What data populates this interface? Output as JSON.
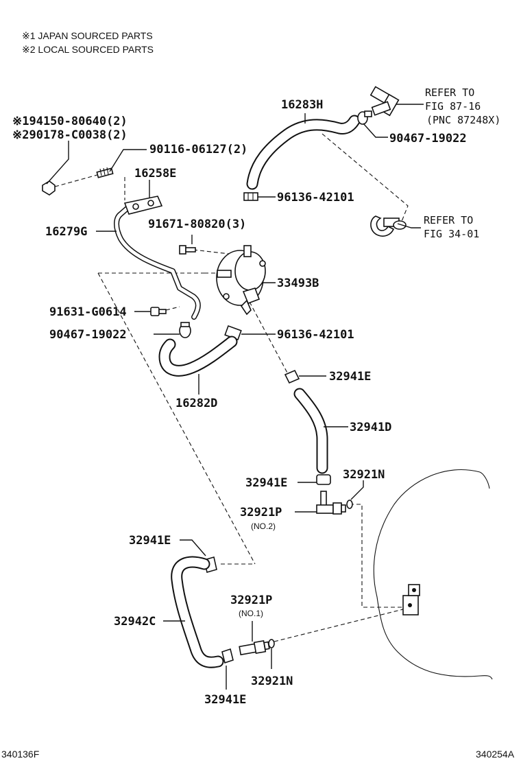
{
  "notes": {
    "note1": "※1 JAPAN SOURCED PARTS",
    "note2": "※2 LOCAL SOURCED PARTS"
  },
  "labels": {
    "p_16283H": "16283H",
    "refer_a_1": "REFER TO",
    "refer_a_2": "FIG 87-16",
    "refer_a_3": "(PNC 87248X)",
    "p_90467_top": "90467-19022",
    "p_94150": "※194150-80640(2)",
    "p_90178": "※290178-C0038(2)",
    "p_90116": "90116-06127(2)",
    "p_16258E": "16258E",
    "p_96136_top": "96136-42101",
    "refer_b_1": "REFER TO",
    "refer_b_2": "FIG 34-01",
    "p_16279G": "16279G",
    "p_91671": "91671-80820(3)",
    "p_33493B": "33493B",
    "p_91631": "91631-G0614",
    "p_90467_mid": "90467-19022",
    "p_96136_mid": "96136-42101",
    "p_32941E_a": "32941E",
    "p_16282D": "16282D",
    "p_32941D": "32941D",
    "p_32941E_b": "32941E",
    "p_32921N_a": "32921N",
    "p_32921P_a": "32921P",
    "p_32921P_a_sub": "(NO.2)",
    "p_32941E_c": "32941E",
    "p_32921P_b": "32921P",
    "p_32921P_b_sub": "(NO.1)",
    "p_32942C": "32942C",
    "p_32921N_b": "32921N",
    "p_32941E_d": "32941E"
  },
  "footer": {
    "left_code": "340136F",
    "right_code": "340254A"
  }
}
